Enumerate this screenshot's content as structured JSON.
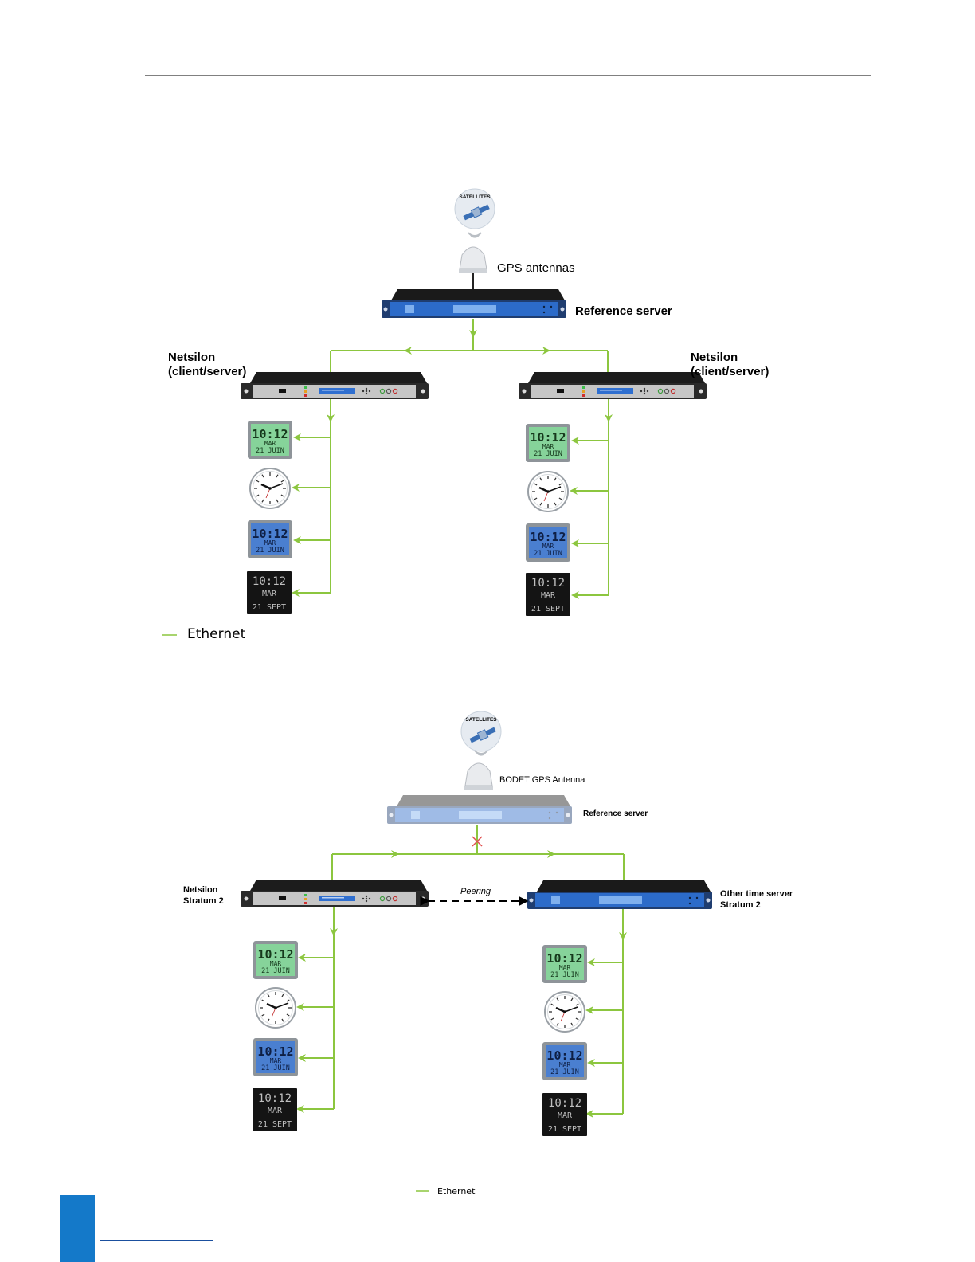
{
  "diagram1": {
    "satellite_label": "SATELLITES",
    "antenna_label": "GPS antennas",
    "reference_label": "Reference server",
    "left_server_label": [
      "Netsilon",
      "(client/server)"
    ],
    "right_server_label": [
      "Netsilon",
      "(client/server)"
    ],
    "legend_label": "Ethernet"
  },
  "diagram2": {
    "satellite_label": "SATELLITES",
    "antenna_label": "BODET GPS Antenna",
    "reference_label": "Reference server",
    "left_server_label": [
      "Netsilon",
      "Stratum 2"
    ],
    "right_server_label": [
      "Other time server",
      "Stratum 2"
    ],
    "peering_label": "Peering",
    "legend_label": "Ethernet"
  },
  "clock_display": {
    "time": "10:12",
    "day": "MAR",
    "date_lcd": "21 JUIN",
    "date_led": "21 SEPT"
  },
  "colors": {
    "ethernet": "#8cc63f",
    "lcd_green": "#86d39a",
    "lcd_blue": "#4a7fd0",
    "server_blue": "#2c6bc9",
    "page_tab": "#1479c9"
  }
}
